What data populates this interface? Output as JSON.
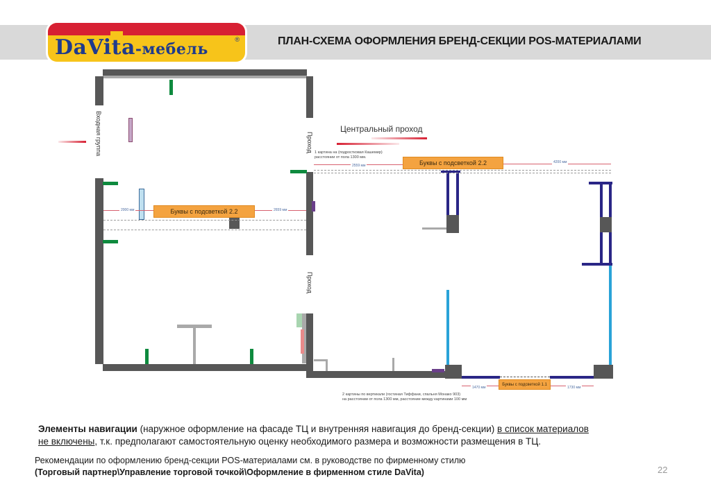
{
  "header": {
    "logo": {
      "brand": "DaVita",
      "suffix": "-мебель",
      "registered": "®"
    },
    "title": "ПЛАН-СХЕМА ОФОРМЛЕНИЯ БРЕНД-СЕКЦИИ POS-МАТЕРИАЛАМИ"
  },
  "plan": {
    "labels": {
      "entrance": "Входная группа",
      "passage_upper": "Проход",
      "passage_lower": "Проход",
      "central_passage": "Центральный проход"
    },
    "signs": [
      {
        "id": "left-room",
        "label": "Буквы с подсветкой 2.2"
      },
      {
        "id": "right-room-top",
        "label": "Буквы с подсветкой 2.2"
      },
      {
        "id": "right-room-bottom",
        "label": "Буквы с подсветкой 1.1"
      }
    ],
    "dimensions": {
      "left_room_left": "2000 мм",
      "left_room_right": "2659 мм",
      "right_top_left": "2559 мм",
      "right_top_right": "4200 мм",
      "bottom_left": "1470 мм",
      "bottom_right": "1730 мм"
    },
    "notes": {
      "painting_top_line1": "1 картина на (подростковая Кашемир)",
      "painting_top_line2": "расстоянии от пола 1300 мм.",
      "painting_bottom_line1": "2 картины по вертикали (гостиная Тиффани, спальня Монако 903)",
      "painting_bottom_line2": "на расстоянии от пола 1300 мм, расстояние между картинами 100 мм"
    }
  },
  "footer": {
    "nav_bold": "Элементы навигации",
    "nav_text1": " (наружное оформление на фасаде ТЦ и внутренняя навигация до бренд-секции) ",
    "nav_underline1": "в список  материалов",
    "nav_underline2": "не включены",
    "nav_text2": ", т.к. предполагают самостоятельную оценку  необходимого размера и возможности размещения в ТЦ.",
    "recommend_line1": "Рекомендации по оформлению бренд-секции POS-материалами см. в руководстве по фирменному стилю",
    "recommend_line2": "(Торговый партнер\\Управление торговой точкой\\Оформление в фирменном стиле DaVita)",
    "page_number": "22"
  }
}
